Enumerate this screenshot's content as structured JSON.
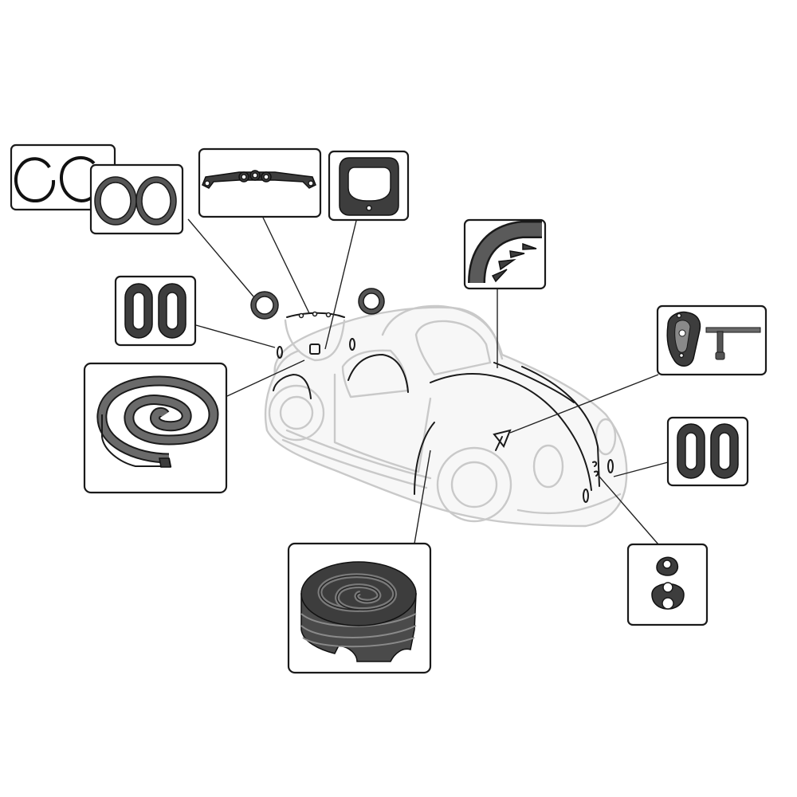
{
  "diagram": {
    "subject": "",
    "colors": {
      "outline": "#1a1a1a",
      "rubber": "#555555",
      "rubber_dark": "#3d3d3d",
      "car_ghost": "#c9c9c9",
      "background": "#ffffff"
    },
    "parts": [
      {
        "id": "headlight-retaining-rings",
        "icon": "split-ring-pair-icon"
      },
      {
        "id": "headlight-rim-seals",
        "icon": "ring-seal-pair-icon"
      },
      {
        "id": "hood-handle-seal",
        "icon": "handle-gasket-icon"
      },
      {
        "id": "license-light-seal",
        "icon": "rounded-square-gasket-icon"
      },
      {
        "id": "front-indicator-seals",
        "icon": "oval-seal-pair-icon"
      },
      {
        "id": "hood-seal-roll",
        "icon": "seal-roll-icon"
      },
      {
        "id": "fender-beading",
        "icon": "fender-bead-icon"
      },
      {
        "id": "side-mirror-seal",
        "icon": "mirror-gasket-icon"
      },
      {
        "id": "rear-indicator-seals",
        "icon": "oval-seal-pair-icon"
      },
      {
        "id": "fender-gasket-roll",
        "icon": "wide-seal-roll-icon"
      },
      {
        "id": "wiper-grommet-seal",
        "icon": "keyhole-gasket-icon"
      }
    ]
  }
}
